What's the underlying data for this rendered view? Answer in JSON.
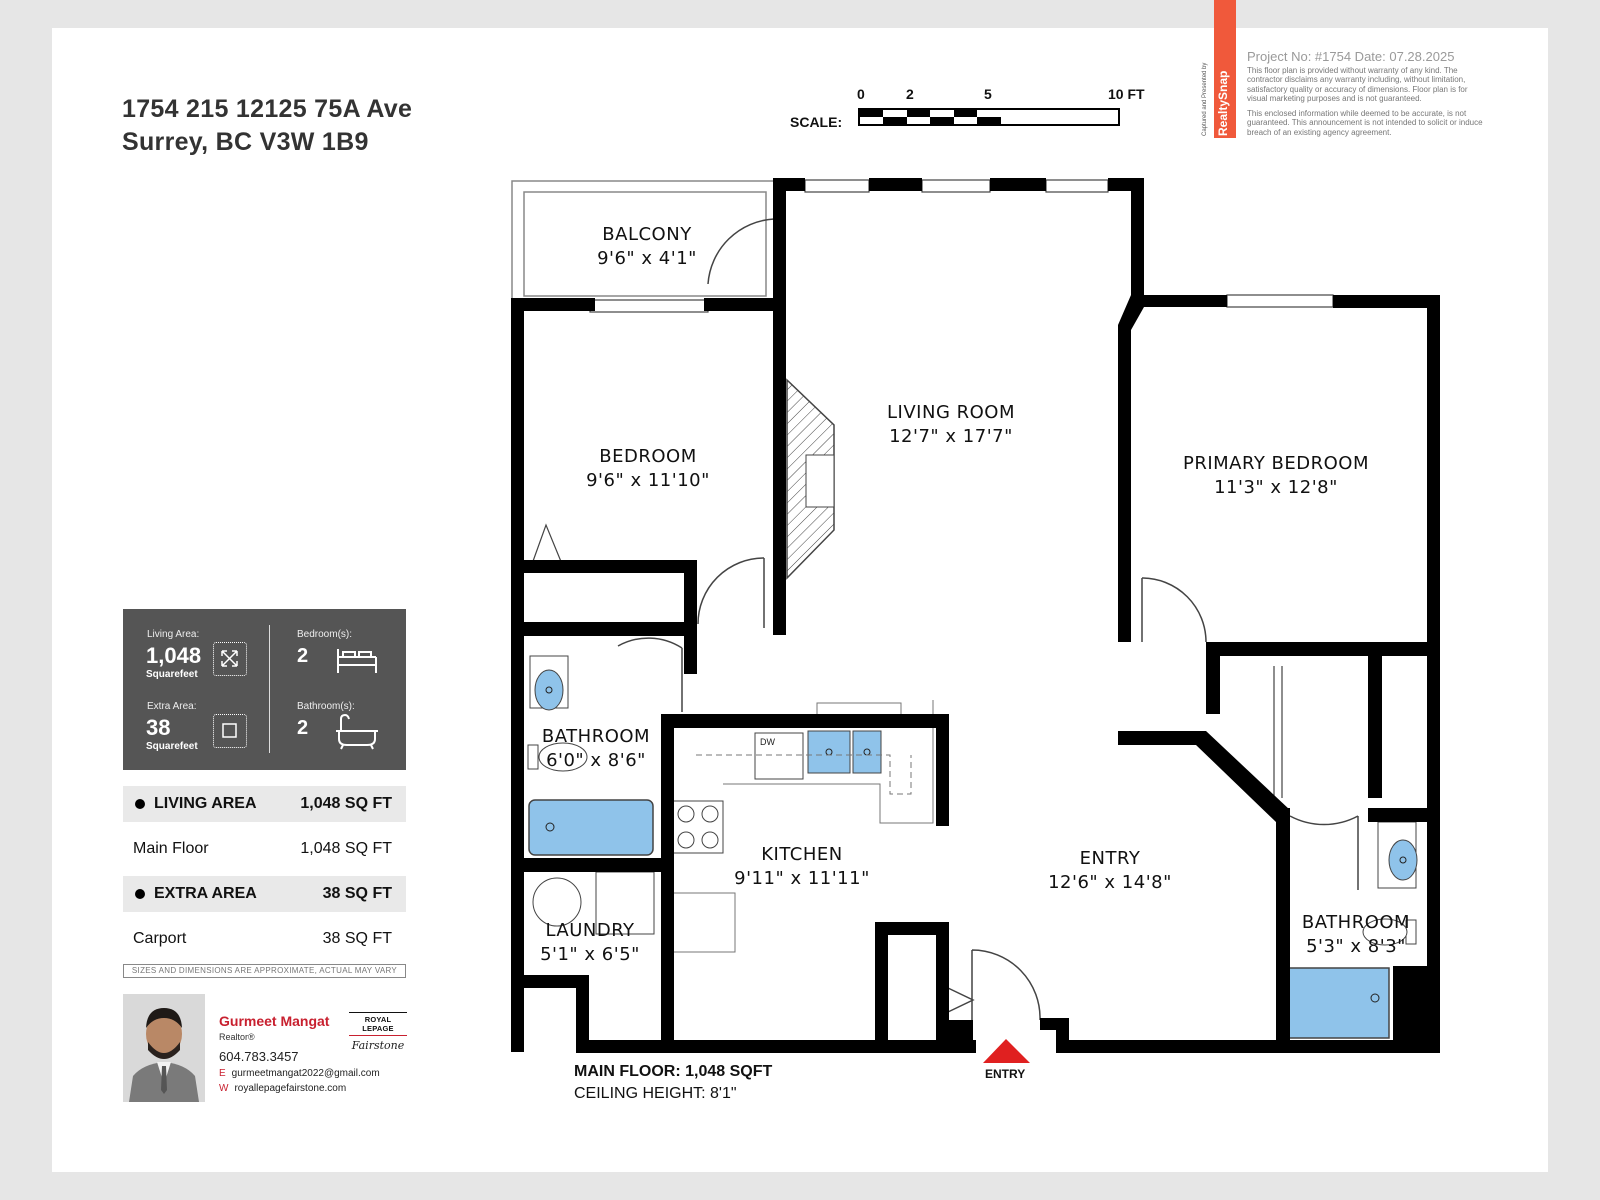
{
  "address": {
    "line1": "1754 215 12125 75A Ave",
    "line2": "Surrey, BC V3W 1B9"
  },
  "scale": {
    "label": "SCALE:",
    "ticks": [
      "0",
      "2",
      "5",
      "10 FT"
    ]
  },
  "realtysnap": {
    "vertical_text": "Captured and Presented by",
    "brand": "RealtySnap",
    "project_line": "Project No: #1754   Date: 07.28.2025",
    "disclaimer1": "This floor plan is provided without warranty of any kind. The contractor disclaims any warranty including, without limitation, satisfactory quality or accuracy of dimensions. Floor plan is for visual marketing purposes and is not guaranteed.",
    "disclaimer2": "This enclosed information while deemed to be accurate, is not guaranteed. This announcement is not intended to solicit or induce breach of an existing agency agreement."
  },
  "rooms": [
    {
      "name": "BALCONY",
      "dims": "9'6\" x 4'1\""
    },
    {
      "name": "BEDROOM",
      "dims": "9'6\" x 11'10\""
    },
    {
      "name": "LIVING ROOM",
      "dims": "12'7\" x 17'7\""
    },
    {
      "name": "PRIMARY BEDROOM",
      "dims": "11'3\" x 12'8\""
    },
    {
      "name": "BATHROOM",
      "dims": "6'0\" x 8'6\""
    },
    {
      "name": "KITCHEN",
      "dims": "9'11\" x 11'11\""
    },
    {
      "name": "ENTRY",
      "dims": "12'6\" x 14'8\""
    },
    {
      "name": "LAUNDRY",
      "dims": "5'1\" x 6'5\""
    },
    {
      "name": "BATHROOM",
      "dims": "5'3\" x 8'3\""
    }
  ],
  "fixtures": {
    "dishwasher": "DW"
  },
  "stats": {
    "living_label": "Living Area:",
    "living_value": "1,048",
    "living_unit": "Squarefeet",
    "extra_label": "Extra Area:",
    "extra_value": "38",
    "extra_unit": "Squarefeet",
    "bed_label": "Bedroom(s):",
    "bed_value": "2",
    "bath_label": "Bathroom(s):",
    "bath_value": "2"
  },
  "areas": {
    "living_head": "LIVING AREA",
    "living_total": "1,048 SQ FT",
    "main_floor_label": "Main Floor",
    "main_floor_value": "1,048 SQ FT",
    "extra_head": "EXTRA AREA",
    "extra_total": "38 SQ FT",
    "carport_label": "Carport",
    "carport_value": "38 SQ FT",
    "footnote": "SIZES AND DIMENSIONS ARE APPROXIMATE, ACTUAL MAY VARY"
  },
  "agent": {
    "name": "Gurmeet Mangat",
    "role": "Realtor®",
    "phone": "604.783.3457",
    "email_prefix": "E",
    "email": "gurmeetmangat2022@gmail.com",
    "web_prefix": "W",
    "web": "royallepagefairstone.com",
    "brokerage_line1": "ROYAL LEPAGE",
    "brokerage_line2": "Fairstone"
  },
  "floor_info": {
    "main": "MAIN FLOOR: 1,048 SQFT",
    "ceiling": "CEILING HEIGHT: 8'1\"",
    "entry": "ENTRY"
  },
  "colors": {
    "wall": "#000000",
    "accent": "#e02020",
    "fixture_blue": "#8fc3ea",
    "panel": "#555555",
    "stripe": "#f0593b"
  }
}
